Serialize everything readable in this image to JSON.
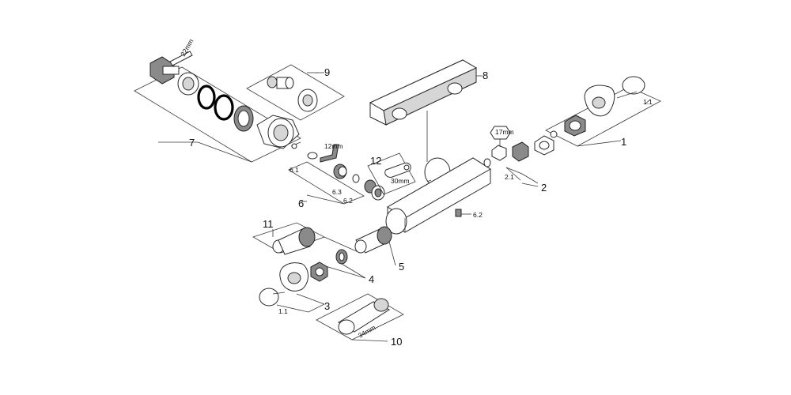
{
  "labels": {
    "p1": "1",
    "p1_1a": "1.1",
    "p2": "2",
    "p2_1": "2.1",
    "p3": "3",
    "p1_1b": "1.1",
    "p4": "4",
    "p5": "5",
    "p6": "6",
    "p6_1": "6.1",
    "p6_2a": "6.2",
    "p6_2b": "6.2",
    "p6_3": "6.3",
    "p7": "7",
    "p8": "8",
    "p9": "9",
    "p10": "10",
    "p11": "11",
    "p12": "12"
  },
  "tool_sizes": {
    "s22": "22mm",
    "s17": "17mm",
    "s12": "12mm",
    "s30": "30mm",
    "s34": "34mm"
  }
}
